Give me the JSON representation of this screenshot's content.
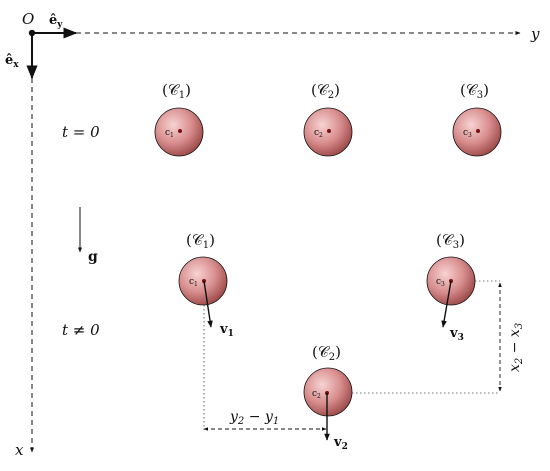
{
  "axes": {
    "origin": "O",
    "ex_label": "ê",
    "ex_sub": "x",
    "ey_label": "ê",
    "ey_sub": "y",
    "x_axis": "x",
    "y_axis": "y"
  },
  "times": {
    "t0": "t = 0",
    "tnot0": "t ≠ 0"
  },
  "gravity": "g",
  "spheres_initial": [
    {
      "label": "(𝒞",
      "sub": "1",
      "center": "c",
      "center_sub": "1"
    },
    {
      "label": "(𝒞",
      "sub": "2",
      "center": "c",
      "center_sub": "2"
    },
    {
      "label": "(𝒞",
      "sub": "3",
      "center": "c",
      "center_sub": "3"
    }
  ],
  "spheres_later": [
    {
      "label": "(𝒞",
      "sub": "1",
      "center": "c",
      "center_sub": "1",
      "velocity": "v",
      "velocity_sub": "1"
    },
    {
      "label": "(𝒞",
      "sub": "2",
      "center": "c",
      "center_sub": "2",
      "velocity": "v",
      "velocity_sub": "2"
    },
    {
      "label": "(𝒞",
      "sub": "3",
      "center": "c",
      "center_sub": "3",
      "velocity": "v",
      "velocity_sub": "3"
    }
  ],
  "dimensions": {
    "dy_a": "y",
    "dy_a_sub": "2",
    "dy_minus": " − ",
    "dy_b": "y",
    "dy_b_sub": "1",
    "dx_a": "x",
    "dx_a_sub": "2",
    "dx_minus": " − ",
    "dx_b": "x",
    "dx_b_sub": "3"
  },
  "colors": {
    "sphere_light": "#f3c3c3",
    "sphere_mid": "#d98a8a",
    "sphere_dark": "#8e3a3a",
    "center_dot": "#7a1010"
  }
}
